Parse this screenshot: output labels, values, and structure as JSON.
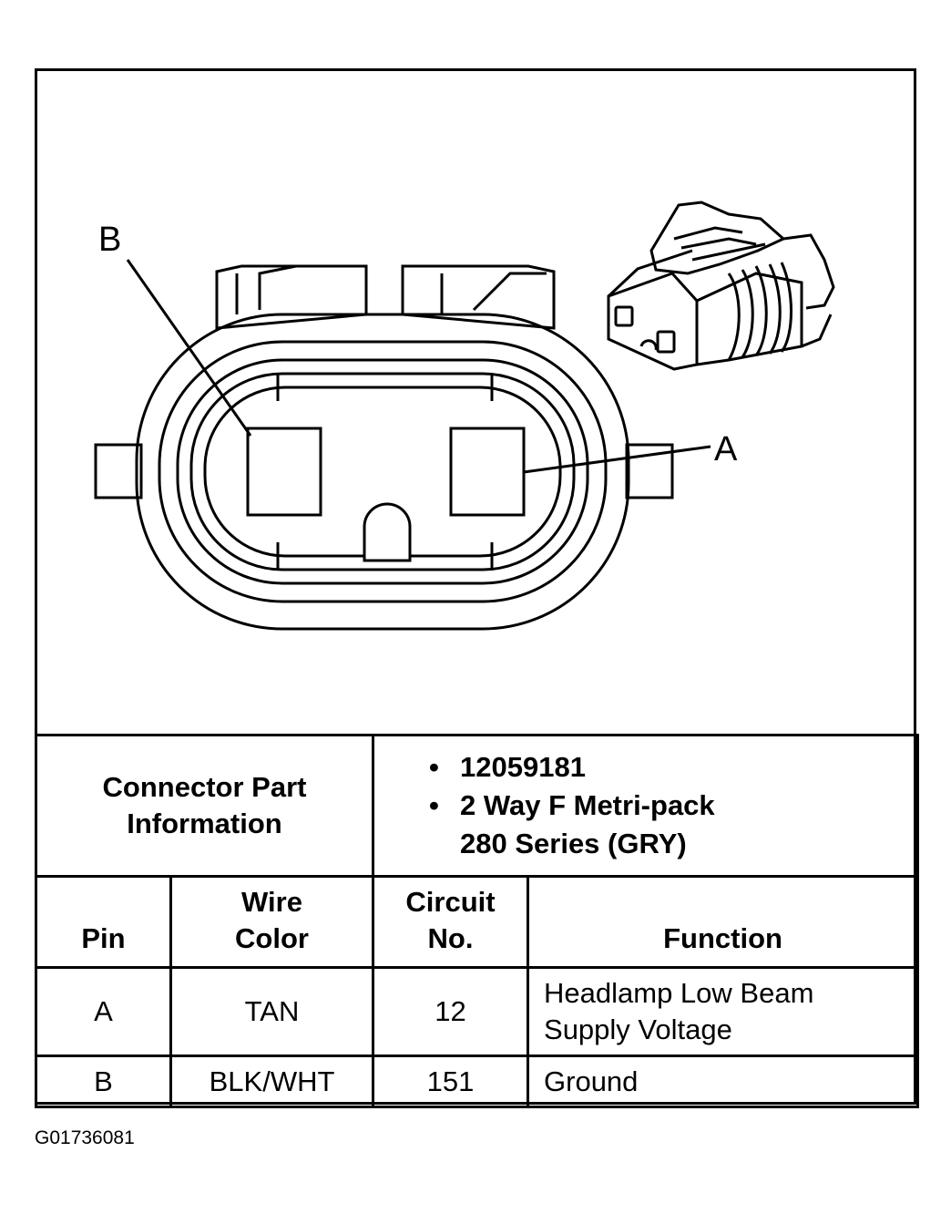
{
  "diagram": {
    "pin_labels": {
      "b": "B",
      "a": "A"
    }
  },
  "connector_info": {
    "header": [
      "Connector Part",
      "Information"
    ],
    "bullets": [
      {
        "lines": [
          "12059181"
        ]
      },
      {
        "lines": [
          "2 Way F Metri-pack",
          "280 Series (GRY)"
        ]
      }
    ]
  },
  "pin_table": {
    "headers": {
      "pin": [
        "Pin"
      ],
      "wire_color": [
        "Wire",
        "Color"
      ],
      "circuit": [
        "Circuit",
        "No."
      ],
      "function": [
        "Function"
      ]
    },
    "rows": [
      {
        "pin": "A",
        "wire_color": "TAN",
        "circuit": "12",
        "function": [
          "Headlamp Low Beam",
          "Supply Voltage"
        ]
      },
      {
        "pin": "B",
        "wire_color": "BLK/WHT",
        "circuit": "151",
        "function": [
          "Ground"
        ]
      }
    ]
  },
  "figure_id": "G01736081"
}
